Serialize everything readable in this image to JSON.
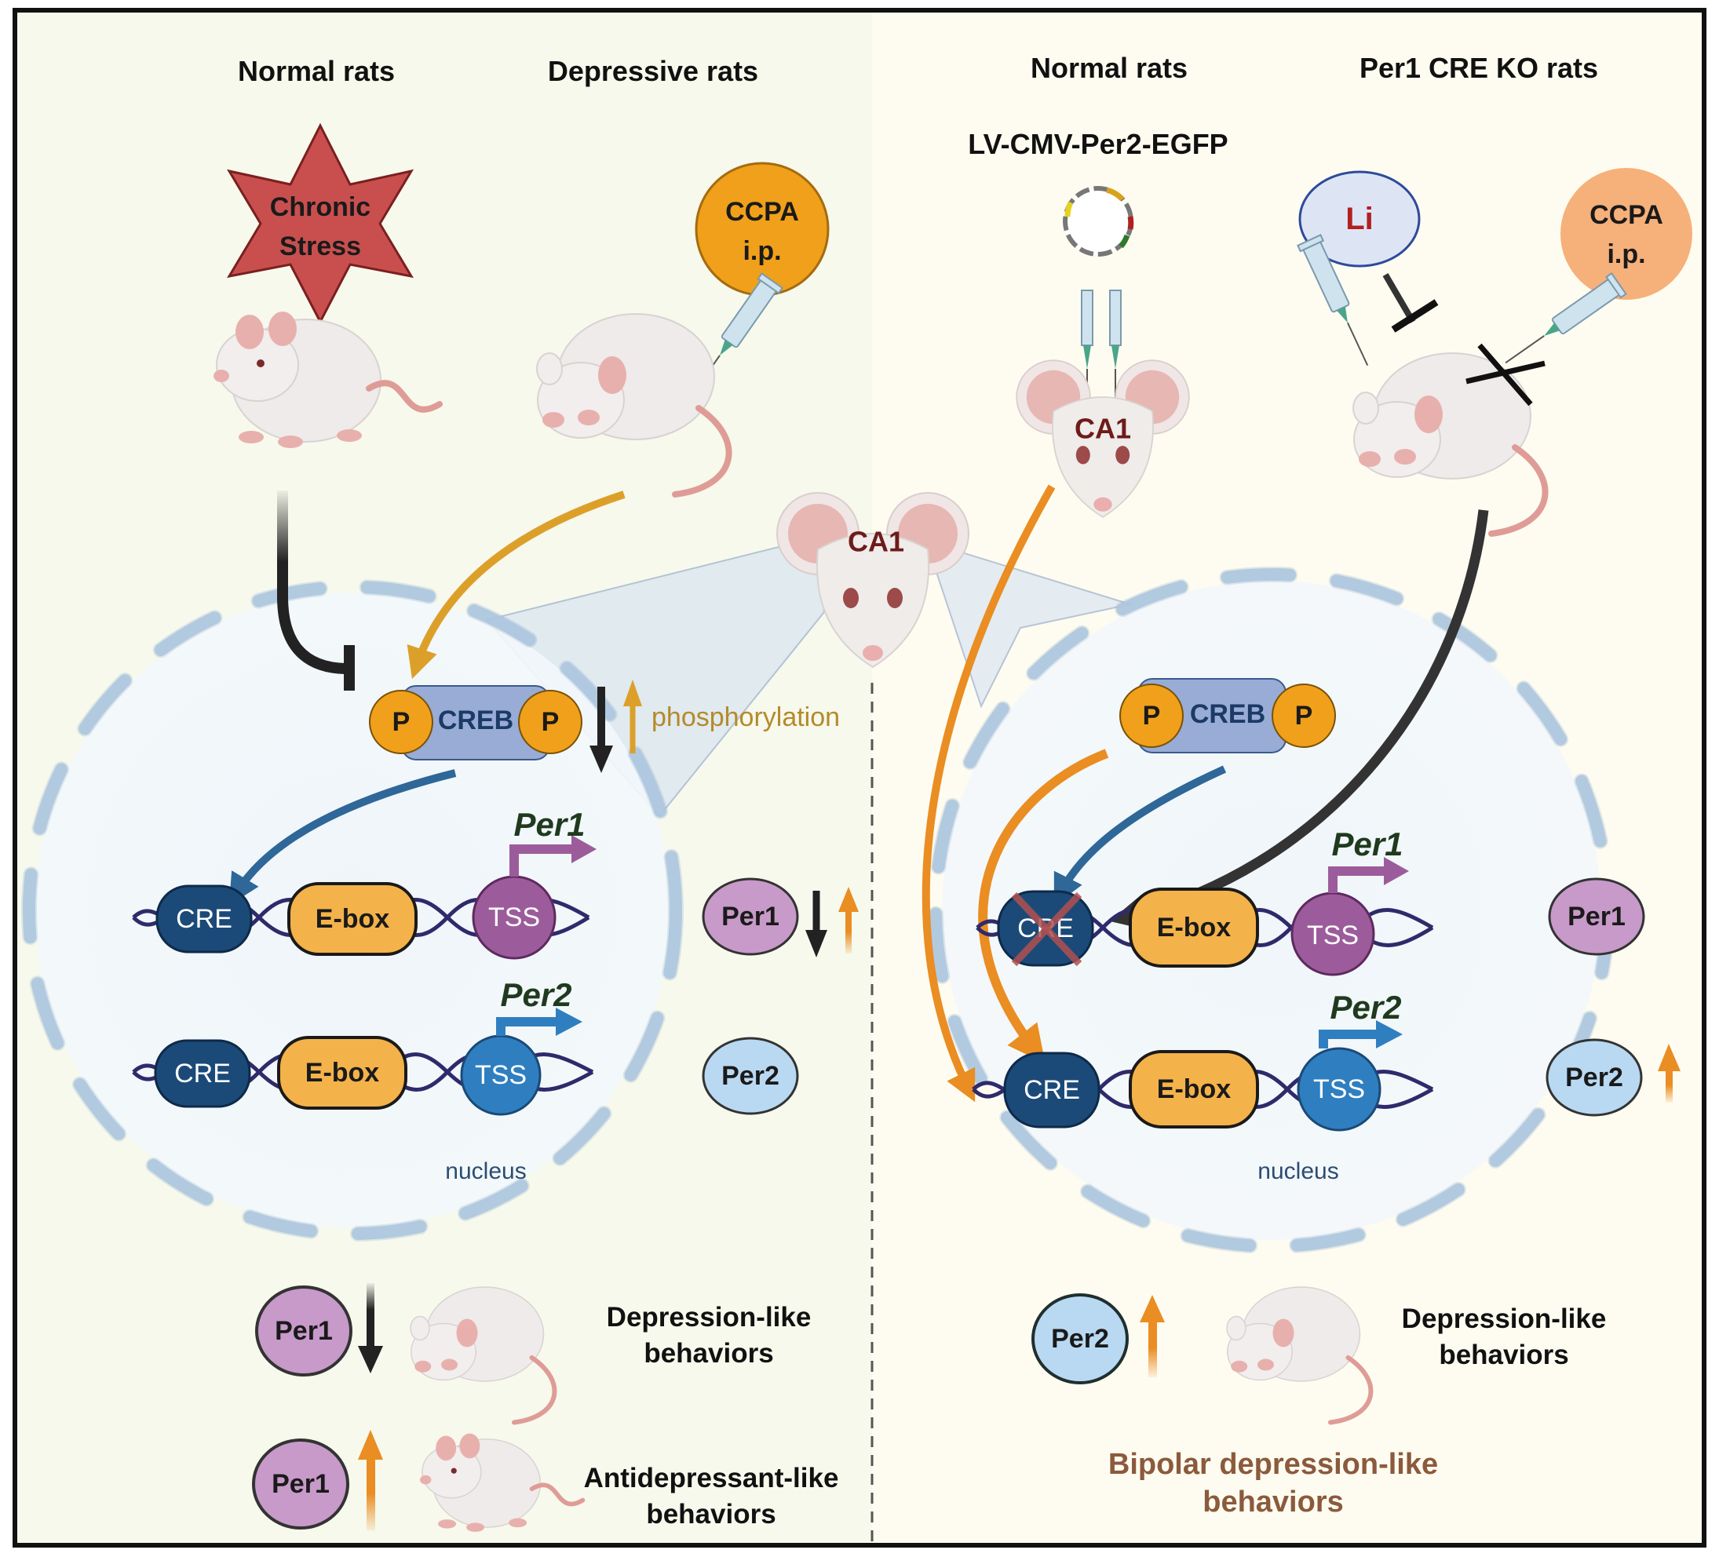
{
  "left_panel": {
    "header_normal": "Normal rats",
    "header_depressive": "Depressive rats",
    "stressor": {
      "line1": "Chronic",
      "line2": "Stress"
    },
    "drug": {
      "line1": "CCPA",
      "line2": "i.p."
    },
    "creb": {
      "label": "CREB",
      "p_left": "P",
      "p_right": "P"
    },
    "phosphorylation_label": "phosphorylation",
    "rows": [
      {
        "gene": "Per1",
        "cre": "CRE",
        "ebox": "E-box",
        "tss": "TSS",
        "protein": "Per1",
        "arrows": [
          "down",
          "up"
        ]
      },
      {
        "gene": "Per2",
        "cre": "CRE",
        "ebox": "E-box",
        "tss": "TSS",
        "protein": "Per2",
        "arrows": []
      }
    ],
    "nucleus_label": "nucleus",
    "outcomes": [
      {
        "protein": "Per1",
        "direction": "down",
        "line1": "Depression-like",
        "line2": "behaviors"
      },
      {
        "protein": "Per1",
        "direction": "up",
        "line1": "Antidepressant-like",
        "line2": "behaviors"
      }
    ]
  },
  "center": {
    "brain_region": "CA1"
  },
  "right_panel": {
    "header_normal": "Normal rats",
    "header_ko": "Per1 CRE KO rats",
    "vector_label": "LV-CMV-Per2-EGFP",
    "injection_region": "CA1",
    "lithium": "Li",
    "drug": {
      "line1": "CCPA",
      "line2": "i.p."
    },
    "creb": {
      "label": "CREB",
      "p_left": "P",
      "p_right": "P"
    },
    "rows": [
      {
        "gene": "Per1",
        "cre": "CRE",
        "cre_knocked_out": true,
        "ebox": "E-box",
        "tss": "TSS",
        "protein": "Per1"
      },
      {
        "gene": "Per2",
        "cre": "CRE",
        "ebox": "E-box",
        "tss": "TSS",
        "protein": "Per2",
        "arrow": "up"
      }
    ],
    "nucleus_label": "nucleus",
    "outcome": {
      "protein": "Per2",
      "direction": "up",
      "line1": "Depression-like",
      "line2": "behaviors"
    },
    "summary": {
      "line1": "Bipolar depression-like",
      "line2": "behaviors"
    }
  },
  "colors": {
    "left_bg": "#f6f9ec",
    "right_bg": "#fefcf0",
    "stress_red": "#c94f4f",
    "ccpa_orange": "#f0a01a",
    "ccpa_peach": "#f6b07a",
    "creb_blue": "#98acd6",
    "cre_navy": "#1b4a78",
    "ebox_yellow": "#f4b24a",
    "tss_purple": "#9c5c9b",
    "tss_blue": "#2f7fc0",
    "per1_fill": "#c79ac9",
    "per2_fill": "#b9d9f2",
    "up_arrow": "#ea8d22",
    "down_arrow": "#222222",
    "bipolar_text": "#8b5a3c",
    "phospho_text": "#b58a2a"
  }
}
